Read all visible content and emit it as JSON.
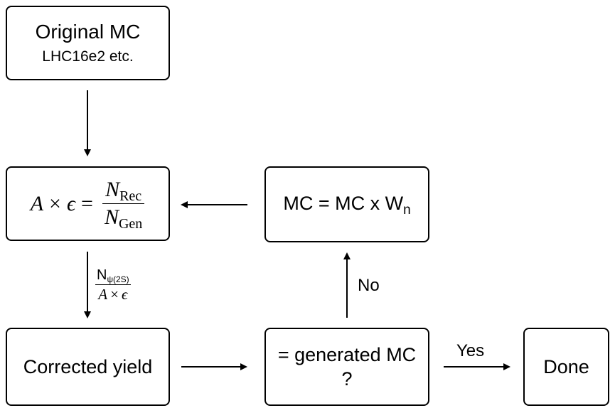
{
  "boxes": {
    "original": {
      "title": "Original MC",
      "subtitle": "LHC16e2 etc."
    },
    "acceptance": {
      "lhs_a": "A",
      "times": "×",
      "lhs_e": "ϵ",
      "eq": "=",
      "num": "N",
      "num_sub": "Rec",
      "den": "N",
      "den_sub": "Gen"
    },
    "reweight": {
      "text": "MC = MC x W",
      "sub": "n"
    },
    "corrected": {
      "text": "Corrected yield"
    },
    "generated": {
      "line1": "= generated MC",
      "line2": "?"
    },
    "done": {
      "text": "Done"
    }
  },
  "labels": {
    "correction": {
      "num": "N",
      "num_sub": "ψ(2S)",
      "den_a": "A",
      "den_times": "×",
      "den_e": "ϵ"
    },
    "no": "No",
    "yes": "Yes"
  }
}
